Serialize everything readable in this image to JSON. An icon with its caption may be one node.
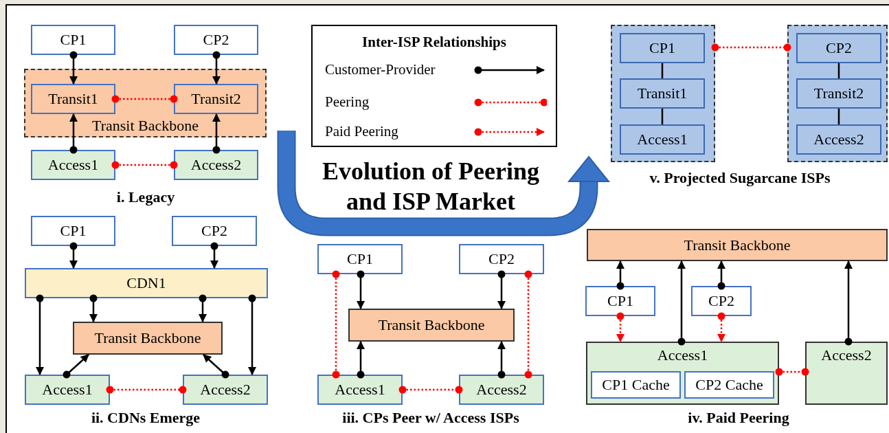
{
  "diagram": {
    "title": "Evolution of Peering and ISP Market",
    "nodes": [
      {
        "text": [
          "CP1"
        ]
      },
      {
        "text": [
          "CP2"
        ]
      },
      {
        "text": [
          "Transit Backbone"
        ]
      },
      {
        "text": [
          "Transit1"
        ],
        "in": 2
      },
      {
        "text": [
          "Transit2"
        ],
        "in": 2
      },
      {
        "text": [
          "Access1"
        ]
      },
      {
        "text": [
          "Access2"
        ]
      },
      {
        "text": [
          "CP1"
        ]
      },
      {
        "text": [
          "CP2"
        ]
      },
      {
        "text": [
          "CDN1"
        ]
      },
      {
        "text": [
          "Transit Backbone"
        ]
      },
      {
        "text": [
          "Access1"
        ]
      },
      {
        "text": [
          "Access2"
        ]
      },
      {
        "text": [
          "CP1"
        ]
      },
      {
        "text": [
          "CP2"
        ]
      },
      {
        "text": [
          "Transit Backbone"
        ]
      },
      {
        "text": [
          "Access1"
        ]
      },
      {
        "text": [
          "Access2"
        ]
      },
      {
        "text": [
          "Transit Backbone"
        ]
      },
      {
        "text": [
          "CP1"
        ]
      },
      {
        "text": [
          "CP2"
        ]
      },
      {
        "text": [
          "Access1"
        ]
      },
      {
        "text": [
          "CP1 Cache"
        ],
        "in": 21
      },
      {
        "text": [
          "CP2 Cache"
        ],
        "in": 21
      },
      {
        "text": [
          "Access2"
        ]
      },
      {
        "text": [],
        "shape": "box"
      },
      {
        "text": [
          "CP1"
        ],
        "in": 25
      },
      {
        "text": [
          "Transit1"
        ],
        "in": 25
      },
      {
        "text": [
          "Access1"
        ],
        "in": 25
      },
      {
        "text": [],
        "shape": "box"
      },
      {
        "text": [
          "CP2"
        ],
        "in": 29
      },
      {
        "text": [
          "Transit2"
        ],
        "in": 29
      },
      {
        "text": [
          "Access2"
        ],
        "in": 29
      }
    ],
    "edges": [
      {
        "from": 0,
        "to": 3,
        "arrow": "to"
      },
      {
        "from": 1,
        "to": 4,
        "arrow": "to"
      },
      {
        "from": 3,
        "to": 4,
        "arrow": "other",
        "style": "dashed",
        "color": "#ff0000"
      },
      {
        "from": 5,
        "to": 3,
        "arrow": "to"
      },
      {
        "from": 6,
        "to": 4,
        "arrow": "to"
      },
      {
        "from": 5,
        "to": 6,
        "arrow": "other",
        "style": "dashed",
        "color": "#ff0000"
      },
      {
        "from": 7,
        "to": 9,
        "arrow": "to"
      },
      {
        "from": 8,
        "to": 9,
        "arrow": "to"
      },
      {
        "from": 9,
        "to": 11,
        "arrow": "to"
      },
      {
        "from": 9,
        "to": 10,
        "arrow": "to"
      },
      {
        "from": 9,
        "to": 10,
        "arrow": "to"
      },
      {
        "from": 9,
        "to": 12,
        "arrow": "to"
      },
      {
        "from": 11,
        "to": 10,
        "arrow": "to"
      },
      {
        "from": 12,
        "to": 10,
        "arrow": "to"
      },
      {
        "from": 11,
        "to": 12,
        "arrow": "other",
        "style": "dashed",
        "color": "#ff0000"
      },
      {
        "from": 13,
        "to": 15,
        "arrow": "to"
      },
      {
        "from": 14,
        "to": 15,
        "arrow": "to"
      },
      {
        "from": 16,
        "to": 15,
        "arrow": "to"
      },
      {
        "from": 17,
        "to": 15,
        "arrow": "to"
      },
      {
        "from": 13,
        "to": 16,
        "arrow": "other",
        "style": "dashed",
        "color": "#ff0000"
      },
      {
        "from": 14,
        "to": 17,
        "arrow": "other",
        "style": "dashed",
        "color": "#ff0000"
      },
      {
        "from": 16,
        "to": 17,
        "arrow": "other",
        "style": "dashed",
        "color": "#ff0000"
      },
      {
        "from": 19,
        "to": 18,
        "arrow": "to"
      },
      {
        "from": 21,
        "to": 18,
        "arrow": "to"
      },
      {
        "from": 20,
        "to": 18,
        "arrow": "to"
      },
      {
        "from": 24,
        "to": 18,
        "arrow": "to"
      },
      {
        "from": 19,
        "to": 21,
        "arrow": "to",
        "style": "dashed",
        "color": "#ff0000"
      },
      {
        "from": 20,
        "to": 21,
        "arrow": "to",
        "style": "dashed",
        "color": "#ff0000"
      },
      {
        "from": 21,
        "to": 24,
        "arrow": "other",
        "style": "dashed",
        "color": "#ff0000"
      },
      {
        "from": 26,
        "to": 27,
        "arrow": "none"
      },
      {
        "from": 27,
        "to": 28,
        "arrow": "none"
      },
      {
        "from": 30,
        "to": 31,
        "arrow": "none"
      },
      {
        "from": 31,
        "to": 32,
        "arrow": "none"
      },
      {
        "from": 25,
        "to": 29,
        "arrow": "other",
        "style": "dashed",
        "color": "#ff0000"
      }
    ],
    "labels": [
      "Inter-ISP Relationships",
      "v. Projected Sugarcane ISPs",
      "i. Legacy",
      "ii. CDNs Emerge",
      "iii. CPs Peer w/ Access ISPs",
      "iv. Paid Peering"
    ],
    "legend": [
      {
        "text": "Customer-Provider"
      },
      {
        "text": "Peering"
      },
      {
        "text": "Paid Peering"
      }
    ]
  }
}
